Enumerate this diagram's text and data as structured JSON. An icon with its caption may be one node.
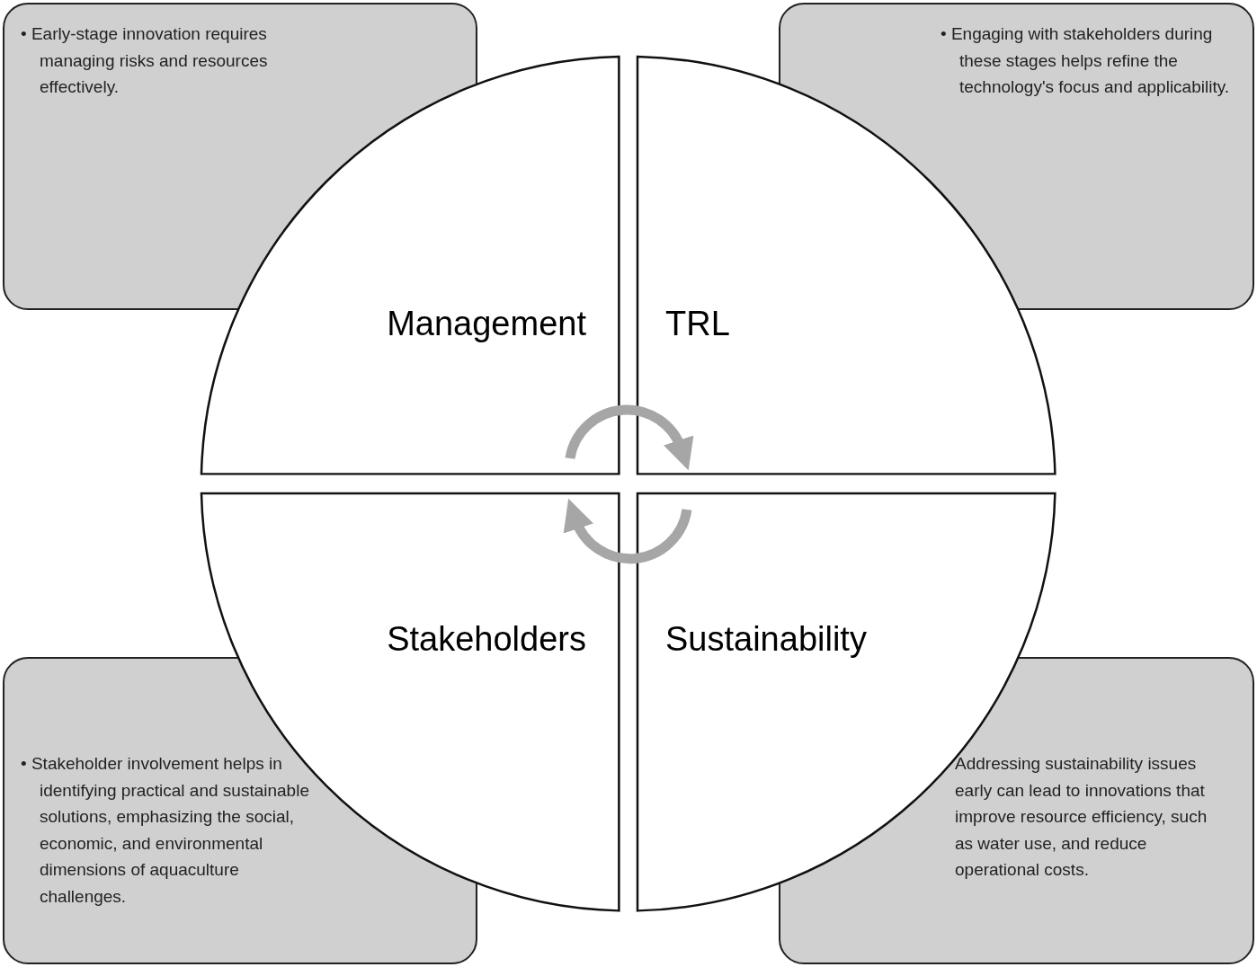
{
  "diagram": {
    "nodes": [
      {
        "text": [
          "• Early-stage innovation requires managing risks and resources effectively."
        ]
      },
      {
        "text": [
          "• Engaging with stakeholders during these stages helps refine the technology's focus and applicability."
        ]
      },
      {
        "text": [
          "Management"
        ]
      },
      {
        "text": [
          "TRL"
        ]
      },
      {
        "text": [
          "Stakeholders"
        ]
      },
      {
        "text": [
          "Sustainability"
        ]
      },
      {
        "text": [
          "• Stakeholder involvement helps in identifying practical and sustainable solutions, emphasizing the social, economic, and environmental dimensions of aquaculture challenges."
        ]
      },
      {
        "text": [
          "Addressing sustainability issues early can lead to innovations that improve resource efficiency, such as water use, and reduce operational costs."
        ]
      }
    ],
    "edges": [
      {
        "from": 2,
        "to": 3,
        "arrow": "to"
      },
      {
        "from": 5,
        "to": 4,
        "arrow": "to"
      }
    ]
  }
}
